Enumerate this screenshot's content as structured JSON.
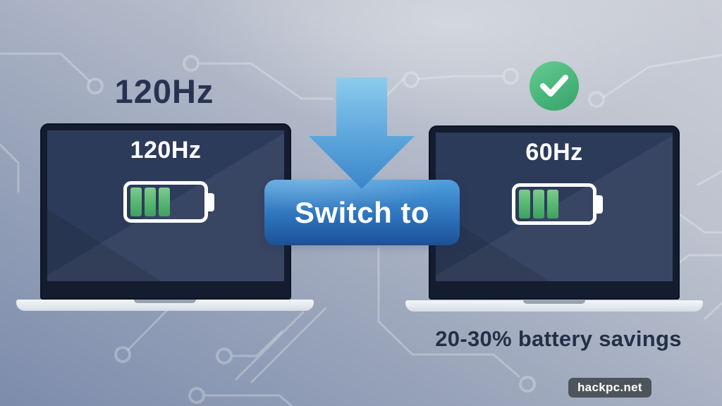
{
  "infographic": {
    "title_high_refresh": "120Hz",
    "action_label": "Switch to",
    "caption": "20-30% battery savings",
    "watermark": "hackpc.net",
    "left_laptop": {
      "screen_label": "120Hz",
      "battery_icon": "battery-three-bars-icon"
    },
    "right_laptop": {
      "screen_label": "60Hz",
      "status_icon": "check-circle-icon"
    },
    "colors": {
      "background_top": "#cbced7",
      "background_bottom": "#7d8cac",
      "screen_navy": "#2d3b5a",
      "bezel_dark": "#141c2f",
      "title_navy": "#283351",
      "button_blue_top": "#4fa0dc",
      "button_blue_bottom": "#1d5096",
      "arrow_blue_light": "#8ccbec",
      "arrow_blue_dark": "#3b86c9",
      "success_green": "#46b378",
      "battery_green": "#58b873",
      "base_silver": "#e9edf2",
      "watermark_gray": "#4e545b"
    }
  }
}
